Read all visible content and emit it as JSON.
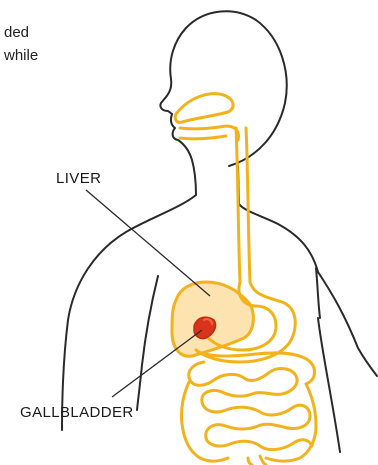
{
  "text_fragments": {
    "line1": "ded",
    "line2": "while"
  },
  "labels": {
    "liver": "LIVER",
    "gallbladder": "GALLBLADDER"
  },
  "colors": {
    "outline": "#2a2a2a",
    "digestive_tract": "#f2b21b",
    "liver_fill": "#fde3b0",
    "gallbladder": "#d9341a",
    "gallbladder_highlight": "#f06a3a",
    "leader_line": "#2a2a2a"
  }
}
